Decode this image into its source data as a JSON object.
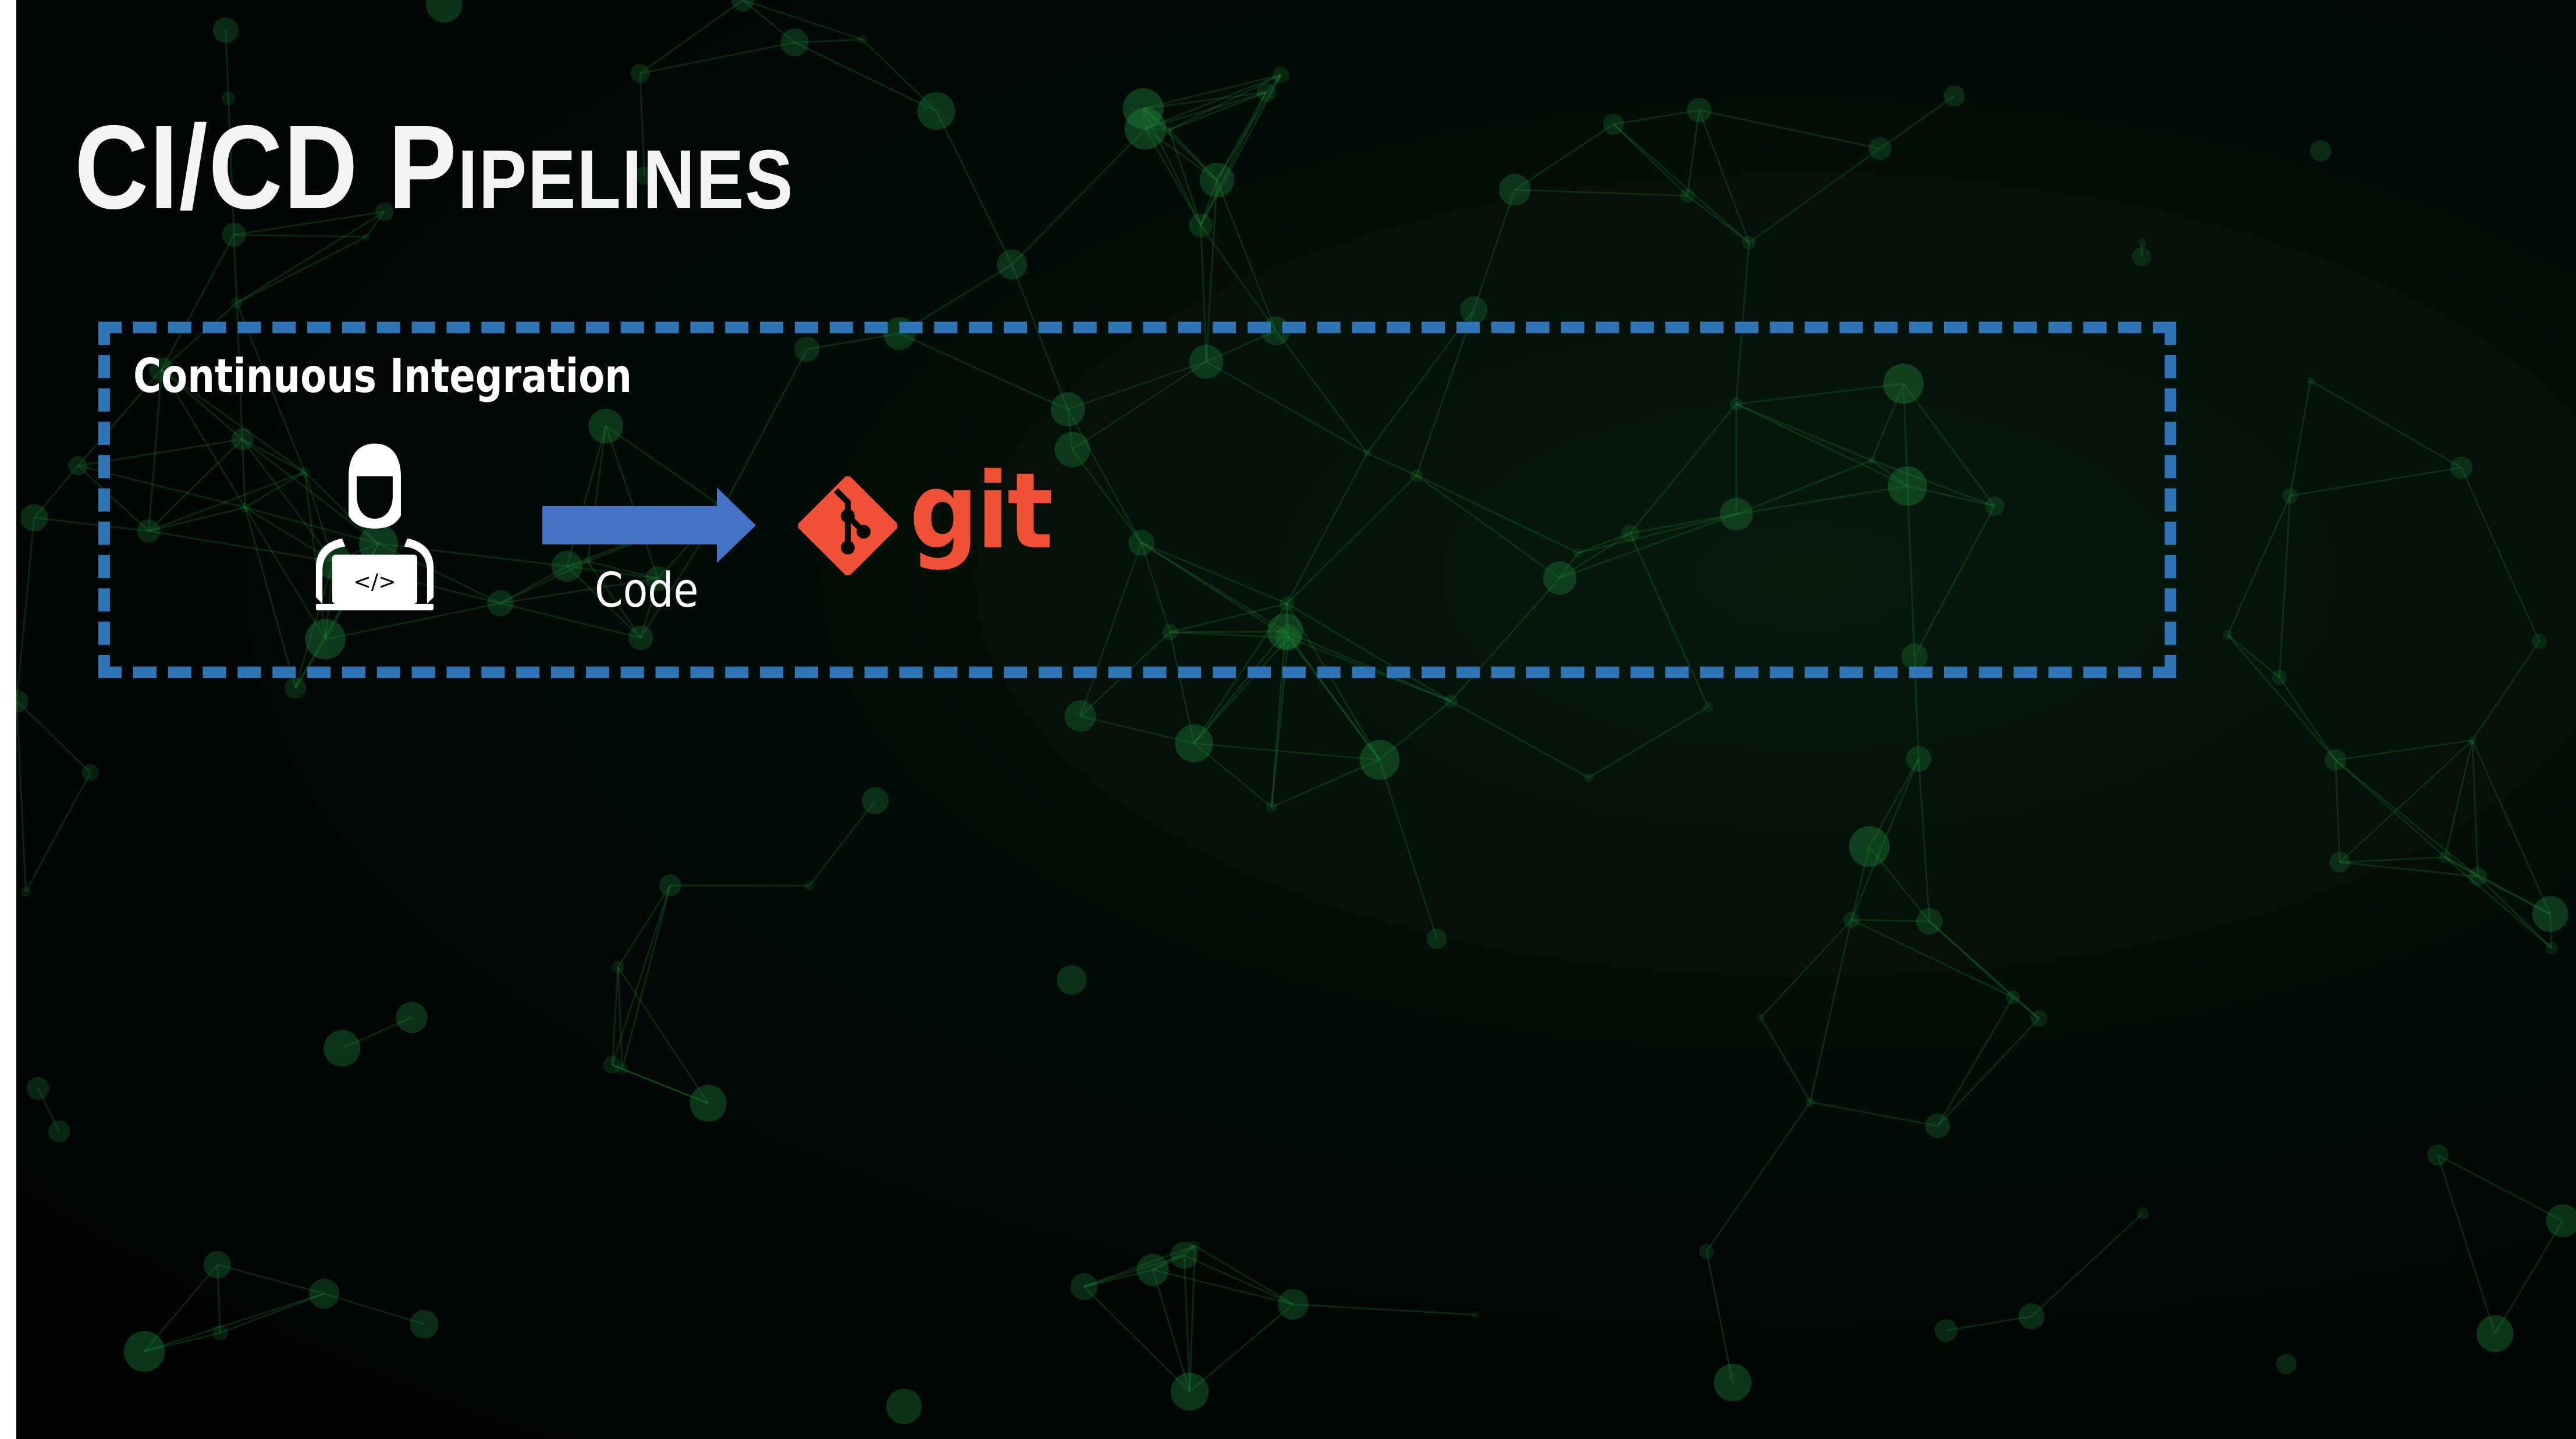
{
  "slide": {
    "title": "CI/CD Pipelines",
    "section_label": "Continuous Integration",
    "arrow_label": "Code",
    "git_logo_text": "git"
  },
  "colors": {
    "dashed_border": "#2e75b6",
    "arrow": "#4472c4",
    "git": "#f05033",
    "background": "#020805",
    "network": "#1f8a3c"
  },
  "icons": [
    "developer-laptop-icon",
    "right-arrow-icon",
    "git-logo-icon"
  ]
}
